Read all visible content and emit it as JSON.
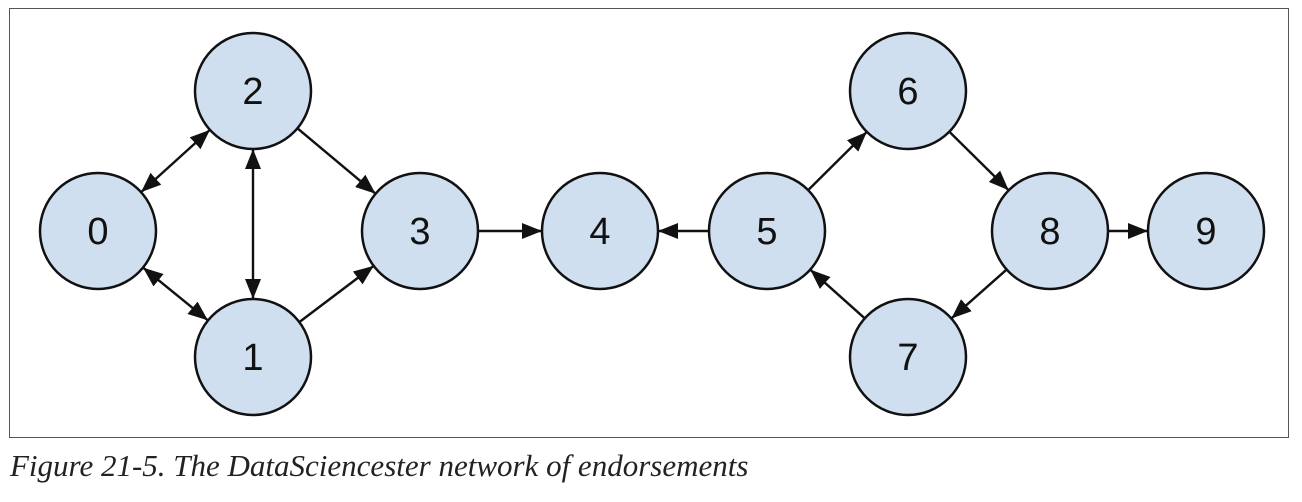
{
  "diagram": {
    "nodes": [
      {
        "id": "0",
        "label": "0"
      },
      {
        "id": "1",
        "label": "1"
      },
      {
        "id": "2",
        "label": "2"
      },
      {
        "id": "3",
        "label": "3"
      },
      {
        "id": "4",
        "label": "4"
      },
      {
        "id": "5",
        "label": "5"
      },
      {
        "id": "6",
        "label": "6"
      },
      {
        "id": "7",
        "label": "7"
      },
      {
        "id": "8",
        "label": "8"
      },
      {
        "id": "9",
        "label": "9"
      }
    ],
    "edges": [
      {
        "from": "0",
        "to": "2",
        "bidirectional": true
      },
      {
        "from": "0",
        "to": "1",
        "bidirectional": true
      },
      {
        "from": "1",
        "to": "2",
        "bidirectional": true
      },
      {
        "from": "2",
        "to": "3",
        "bidirectional": false
      },
      {
        "from": "1",
        "to": "3",
        "bidirectional": false
      },
      {
        "from": "3",
        "to": "4",
        "bidirectional": false
      },
      {
        "from": "5",
        "to": "4",
        "bidirectional": false
      },
      {
        "from": "5",
        "to": "6",
        "bidirectional": false
      },
      {
        "from": "6",
        "to": "8",
        "bidirectional": false
      },
      {
        "from": "8",
        "to": "9",
        "bidirectional": false
      },
      {
        "from": "8",
        "to": "7",
        "bidirectional": false
      },
      {
        "from": "7",
        "to": "5",
        "bidirectional": false
      }
    ]
  },
  "caption": "Figure 21-5. The DataSciencester network of endorsements",
  "colors": {
    "node_fill": "#d0dff0",
    "stroke": "#111111"
  }
}
